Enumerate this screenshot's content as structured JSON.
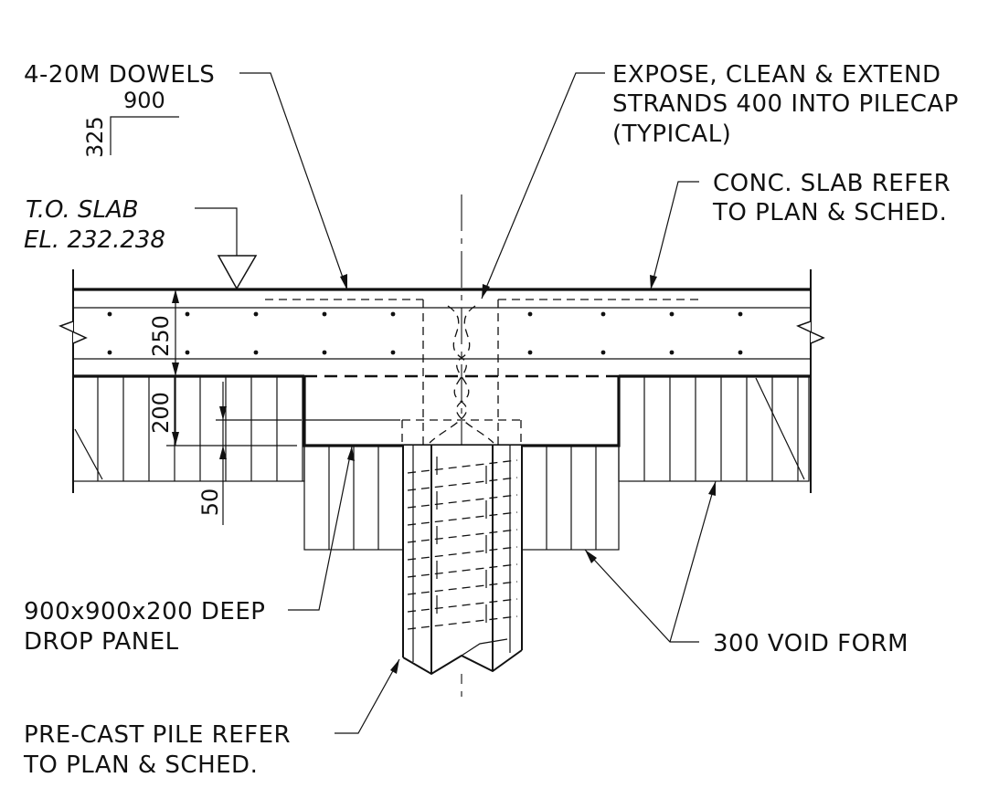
{
  "labels": {
    "dowels": "4-20M DOWELS",
    "dowel_dim_h": "900",
    "dowel_dim_v": "325",
    "strands_1": "EXPOSE, CLEAN & EXTEND",
    "strands_2": "STRANDS 400 INTO PILECAP",
    "strands_3": "(TYPICAL)",
    "slab_1": "CONC. SLAB REFER",
    "slab_2": "TO PLAN & SCHED.",
    "tos_1": "T.O. SLAB",
    "tos_2": "EL. 232.238",
    "dim_250": "250",
    "dim_200": "200",
    "dim_50": "50",
    "drop_1": "900x900x200 DEEP",
    "drop_2": "DROP PANEL",
    "void": "300 VOID FORM",
    "pile_1": "PRE-CAST PILE REFER",
    "pile_2": "TO PLAN & SCHED."
  }
}
